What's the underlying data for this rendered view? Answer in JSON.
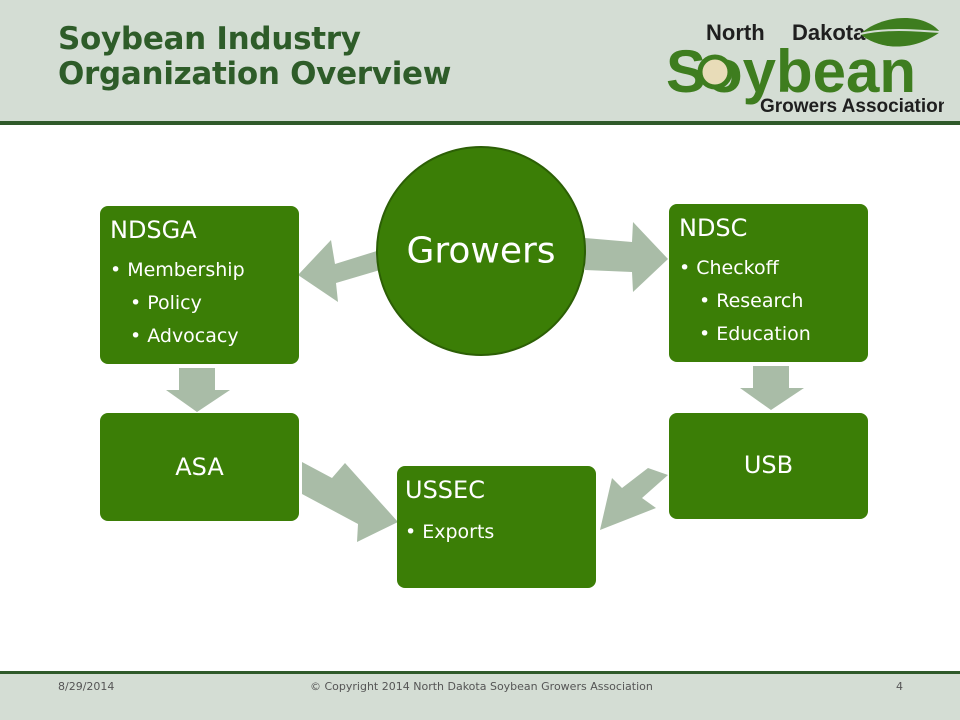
{
  "slide": {
    "title_line1": "Soybean Industry",
    "title_line2": "Organization Overview"
  },
  "logo": {
    "line1_left": "North",
    "line1_right": "Dakota",
    "wordmark": "Soybean",
    "line3": "Growers Association"
  },
  "diagram": {
    "center": {
      "label": "Growers"
    },
    "ndsga": {
      "title": "NDSGA",
      "items": [
        "Membership",
        "Policy",
        "Advocacy"
      ]
    },
    "ndsc": {
      "title": "NDSC",
      "items": [
        "Checkoff",
        "Research",
        "Education"
      ]
    },
    "asa": {
      "title": "ASA"
    },
    "usb": {
      "title": "USB"
    },
    "ussec": {
      "title": "USSEC",
      "items": [
        "Exports"
      ]
    }
  },
  "colors": {
    "node_green": "#3b7e06",
    "arrow_gray_green": "#a9bca7",
    "title_green": "#2e5c29",
    "header_bg": "#d4ddd4"
  },
  "footer": {
    "date": "8/29/2014",
    "copyright": "© Copyright 2014 North Dakota Soybean Growers Association",
    "page_number": "4"
  }
}
